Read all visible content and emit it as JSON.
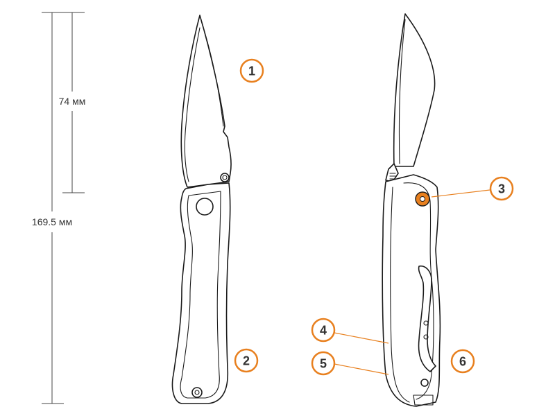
{
  "dimensions": {
    "blade_length": "74 мм",
    "overall_length": "169.5 мм"
  },
  "callouts": [
    {
      "label": "1",
      "target": "blade"
    },
    {
      "label": "2",
      "target": "handle"
    },
    {
      "label": "3",
      "target": "pivot"
    },
    {
      "label": "4",
      "target": "liner"
    },
    {
      "label": "5",
      "target": "handle-scale"
    },
    {
      "label": "6",
      "target": "pocket-clip"
    }
  ],
  "colors": {
    "accent": "#E8801F",
    "outline": "#1a1a1a",
    "dimension": "#444444"
  }
}
